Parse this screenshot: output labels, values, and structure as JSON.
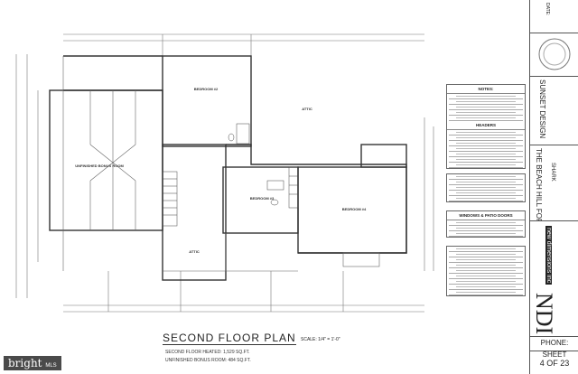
{
  "plan": {
    "rooms": {
      "bedroom2": "BEDROOM #2",
      "bedroom3": "BEDROOM #3",
      "bedroom4": "BEDROOM #4",
      "bonus": "UNFINISHED BONUS ROOM",
      "attic1": "ATTIC",
      "attic2": "ATTIC"
    },
    "title": "SECOND FLOOR PLAN",
    "scale": "SCALE: 1/4\" = 1'-0\"",
    "heated": "SECOND FLOOR HEATED: 1,529 SQ.FT.",
    "bonus_area": "UNFINISHED BONUS ROOM: 484 SQ.FT."
  },
  "notes": {
    "notes_heading": "NOTES:",
    "headers_heading": "HEADERS",
    "windows_heading": "WINDOWS & PATIO DOORS"
  },
  "title_block": {
    "date_label": "DATE:",
    "designer": "SUNSET DESIGN",
    "project": "THE BEACH HILL FOR:",
    "client": "SHARK",
    "company_logo": "NDI",
    "company_name": "new dimensions inc",
    "phone_label": "PHONE:",
    "sheet_label": "SHEET",
    "sheet_number": "4 OF 23"
  },
  "watermark": {
    "brand": "bright",
    "suffix": "MLS"
  }
}
